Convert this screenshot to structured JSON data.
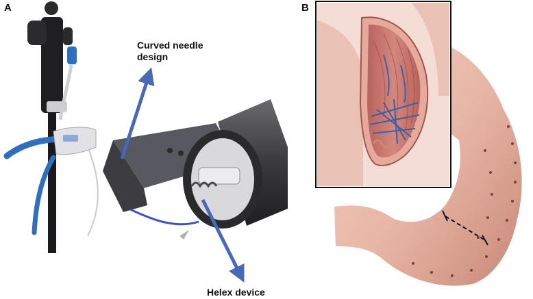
{
  "panel_a": {
    "label": "A",
    "annotations": {
      "curved_needle_line1": "Curved needle",
      "curved_needle_line2": "design",
      "helix_device": "Helex device"
    }
  },
  "panel_b": {
    "label": "B"
  },
  "colors": {
    "arrow": "#4a68b8",
    "stomach": "#e7b5a4",
    "stomach_shade": "#c98878",
    "mucosa": "#c87a72",
    "suture": "#3d5fa8",
    "device_dark": "#3a3a3c",
    "device_metal": "#9a9a9e"
  }
}
